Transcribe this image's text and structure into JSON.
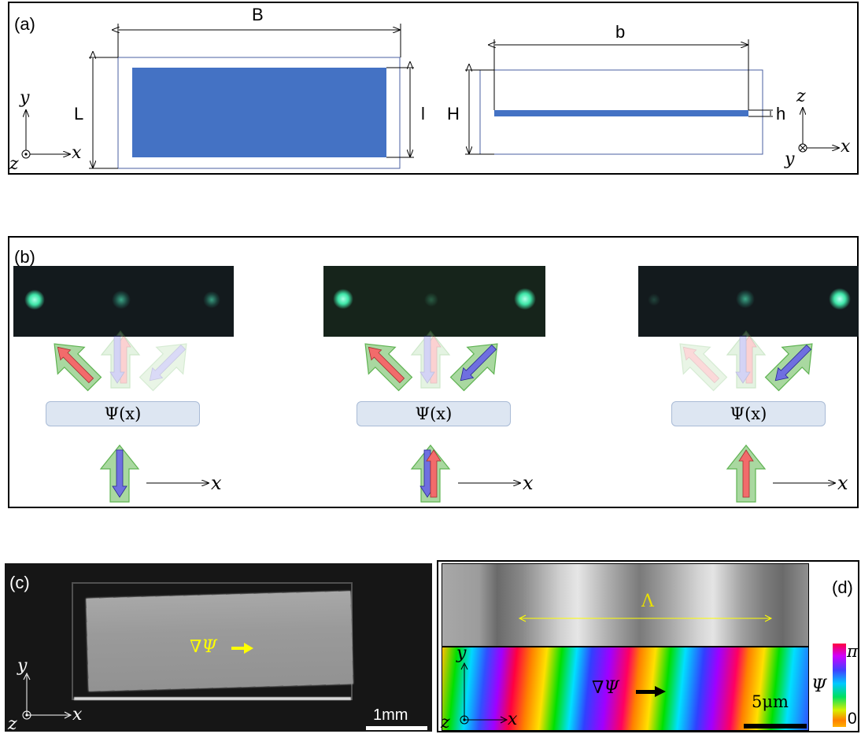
{
  "panel_a": {
    "label": "(a)",
    "dim_B": "B",
    "dim_L": "L",
    "dim_l": "l",
    "dim_b": "b",
    "dim_H": "H",
    "dim_h": "h",
    "axis_left": {
      "y": "y",
      "x": "x",
      "z": "z"
    },
    "axis_right": {
      "z": "z",
      "x": "x",
      "y": "y"
    },
    "colors": {
      "film": "#4472c4",
      "outline": "#4a5fa0"
    }
  },
  "panel_b": {
    "label": "(b)",
    "operator_label": "Ψ(x)",
    "axis_label": "x",
    "columns": [
      {
        "input_polarization": "down",
        "spots": [
          "bright",
          "dim",
          "dim"
        ],
        "outputs_active": [
          "left"
        ]
      },
      {
        "input_polarization": "both",
        "spots": [
          "bright",
          "faint",
          "bright"
        ],
        "outputs_active": [
          "left",
          "right"
        ]
      },
      {
        "input_polarization": "up",
        "spots": [
          "faint",
          "dim",
          "bright"
        ],
        "outputs_active": [
          "right"
        ]
      }
    ],
    "colors": {
      "arrow_outer": "#a9d8a0",
      "red": "#f26b6b",
      "blue": "#6f6fe0",
      "spot": "#4fffc0",
      "operator_fill": "#dde6f2"
    }
  },
  "panel_c": {
    "label": "(c)",
    "gradient_label": "∇Ψ",
    "scale_label": "1mm",
    "axis": {
      "y": "y",
      "x": "x",
      "z": "z"
    },
    "colors": {
      "gradient": "#ffff00"
    }
  },
  "panel_d": {
    "label": "(d)",
    "period_label": "Λ",
    "gradient_label": "∇Ψ",
    "scale_label": "5μm",
    "colorbar": {
      "label": "Ψ",
      "max_label": "π",
      "min_label": "0"
    },
    "axis": {
      "y": "y",
      "x": "x",
      "z": "z"
    }
  }
}
